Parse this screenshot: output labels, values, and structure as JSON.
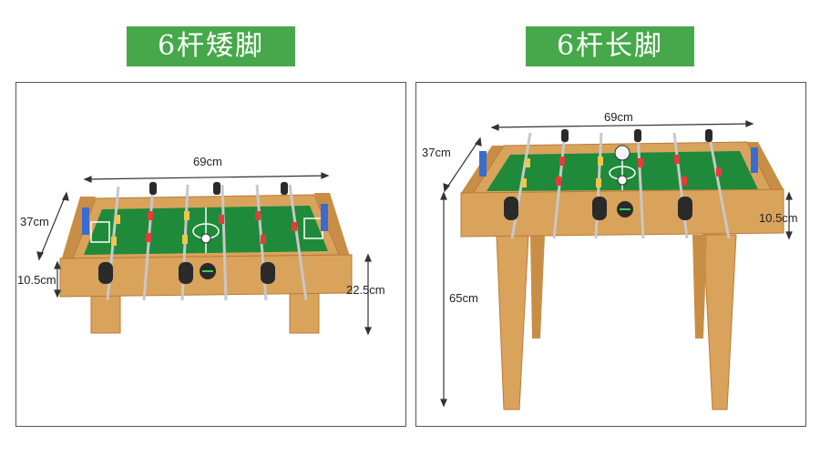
{
  "left_panel": {
    "title": "6杆矮脚",
    "dims": {
      "width": "69cm",
      "depth": "37cm",
      "body_height": "10.5cm",
      "leg_height": "22.5cm"
    }
  },
  "right_panel": {
    "title": "6杆长脚",
    "dims": {
      "width": "69cm",
      "depth": "37cm",
      "body_height": "10.5cm",
      "leg_height": "65cm"
    }
  },
  "colors": {
    "title_bg": "#46a84a",
    "wood": "#d9a35c",
    "wood_dark": "#b97a36",
    "field": "#1f8a3a"
  }
}
